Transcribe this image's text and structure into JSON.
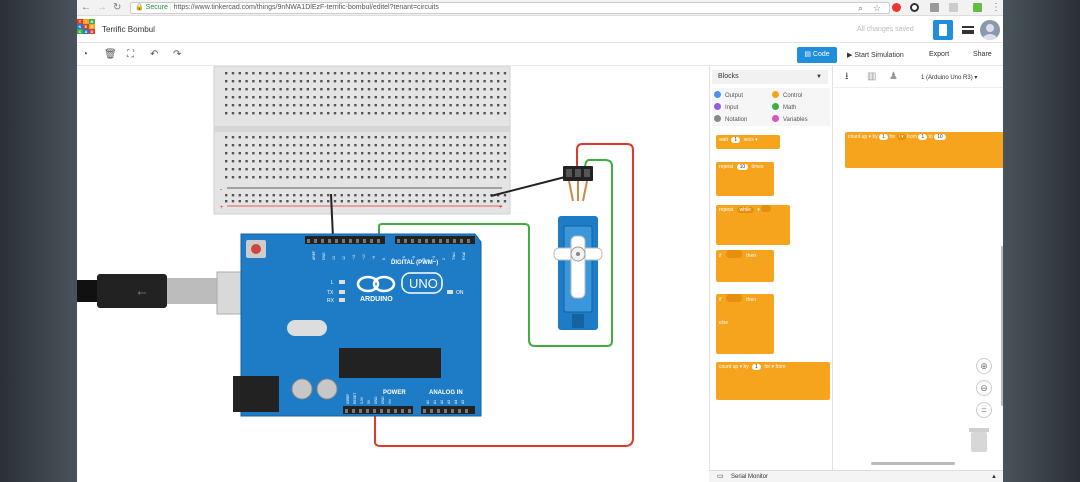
{
  "browser": {
    "secure_label": "Secure",
    "url": "https://www.tinkercad.com/things/9nNWA1DlEzF-terrific-bombul/editel?tenant=circuits"
  },
  "header": {
    "logo_letters": [
      "T",
      "I",
      "N",
      "K",
      "E",
      "R",
      "C",
      "A",
      "D"
    ],
    "project_title": "Terrific Bombul",
    "save_status": "All changes saved"
  },
  "toolbar": {
    "code_label": "Code",
    "start_simulation_label": "Start Simulation",
    "export_label": "Export",
    "share_label": "Share"
  },
  "breadboard": {
    "rail_minus": "-",
    "rail_plus": "+"
  },
  "arduino": {
    "digital_label": "DIGITAL (PWM~)",
    "brand_label": "ARDUINO",
    "model_label": "UNO",
    "power_label": "POWER",
    "analog_label": "ANALOG IN",
    "led_labels": [
      "L",
      "TX",
      "RX"
    ],
    "on_label": "ON",
    "digital_pins": [
      "AREF",
      "GND",
      "13",
      "12",
      "~11",
      "~10",
      "~9",
      "8",
      "7",
      "~6",
      "~5",
      "4",
      "~3",
      "2",
      "TX▸1",
      "RX◂0"
    ],
    "power_pins": [
      "IOREF",
      "RESET",
      "3.3V",
      "5V",
      "GND",
      "GND",
      "Vin"
    ],
    "analog_pins": [
      "A0",
      "A1",
      "A2",
      "A3",
      "A4",
      "A5"
    ]
  },
  "blocks_panel": {
    "dropdown_label": "Blocks",
    "categories": [
      {
        "name": "Output",
        "color": "#4d90e6"
      },
      {
        "name": "Control",
        "color": "#f6a31d"
      },
      {
        "name": "Input",
        "color": "#9a5cd6"
      },
      {
        "name": "Math",
        "color": "#3fae3f"
      },
      {
        "name": "Notation",
        "color": "#888888"
      },
      {
        "name": "Variables",
        "color": "#d055c5"
      }
    ],
    "blocks": [
      {
        "text": "wait",
        "value": "1",
        "unit": "secs"
      },
      {
        "text": "repeat",
        "value": "10",
        "unit": "times"
      },
      {
        "text": "repeat",
        "value": "while"
      },
      {
        "text": "if",
        "value": "then"
      },
      {
        "text": "if",
        "value": "then",
        "extra": "else"
      },
      {
        "text": "count",
        "dir": "up",
        "by": "by",
        "byval": "1",
        "for": "for",
        "from": "from"
      }
    ]
  },
  "code_panel": {
    "board_select": "1 (Arduino Uno R3)",
    "script_block": {
      "count": "count",
      "dir": "up",
      "by": "by",
      "byval": "1",
      "for": "for",
      "from": "from",
      "fromval": "1",
      "to": "to",
      "toval": "10"
    },
    "serial_monitor": "Serial Monitor"
  },
  "colors": {
    "accent": "#1f8fdc",
    "control": "#f6a31d",
    "arduino": "#1e7bc5",
    "wire_red": "#e0382a",
    "wire_green": "#3fae3f"
  }
}
